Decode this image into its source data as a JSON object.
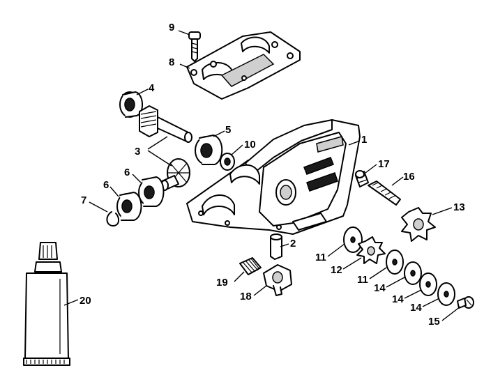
{
  "callouts": {
    "c1": "1",
    "c2": "2",
    "c3": "3",
    "c4": "4",
    "c5": "5",
    "c6a": "6",
    "c6b": "6",
    "c7": "7",
    "c8": "8",
    "c9": "9",
    "c10": "10",
    "c11a": "11",
    "c11b": "11",
    "c12": "12",
    "c13": "13",
    "c14a": "14",
    "c14b": "14",
    "c14c": "14",
    "c15": "15",
    "c16": "16",
    "c17": "17",
    "c18": "18",
    "c19": "19",
    "c20": "20"
  },
  "colors": {
    "ink": "#000000",
    "paper": "#ffffff",
    "shade": "#cfcfcf"
  }
}
